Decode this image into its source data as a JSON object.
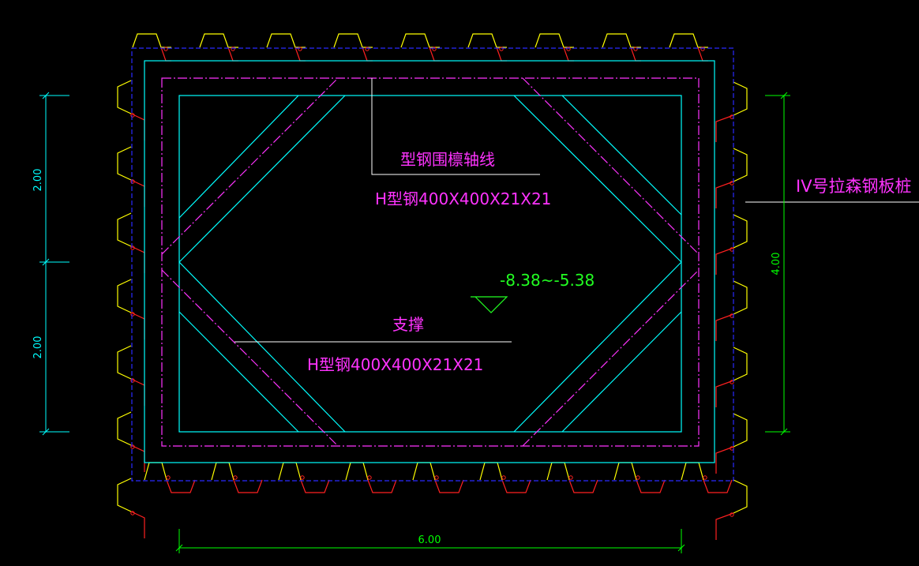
{
  "colors": {
    "background": "#000000",
    "sheet_pile_yellow": "#ffff00",
    "sheet_pile_red": "#ff2020",
    "pile_centerline_blue": "#2a2aff",
    "waling_cyan": "#00ffff",
    "axis_magenta": "#ff33ff",
    "label_white": "#ffffff",
    "elevation_green": "#22ff22",
    "dimension_green": "#00ff00",
    "dimension_cyan": "#00ffff"
  },
  "labels": {
    "waling_axis": "型钢围檩轴线",
    "waling_spec": "H型钢400X400X21X21",
    "brace": "支撑",
    "brace_spec": "H型钢400X400X21X21",
    "sheet_pile": "IV号拉森钢板桩",
    "elevation": "-8.38~-5.38"
  },
  "dimensions": {
    "left_upper": "2.00",
    "left_lower": "2.00",
    "right": "4.00",
    "bottom": "6.00"
  }
}
